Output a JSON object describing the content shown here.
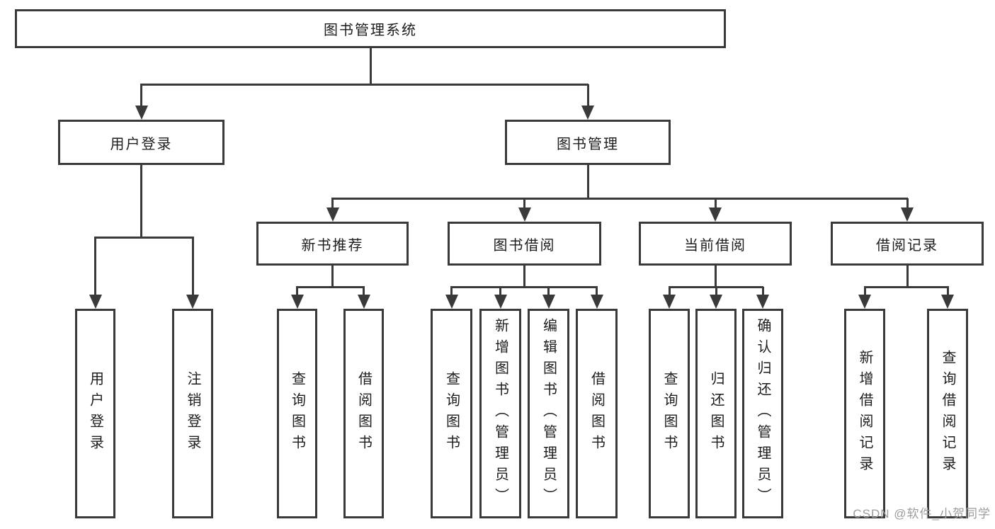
{
  "tree": {
    "root": {
      "label": "图书管理系统"
    },
    "branches": [
      {
        "label": "用户登录",
        "children": [
          {
            "label": "用户登录"
          },
          {
            "label": "注销登录"
          }
        ]
      },
      {
        "label": "图书管理",
        "groups": [
          {
            "label": "新书推荐",
            "children": [
              {
                "label": "查询图书"
              },
              {
                "label": "借阅图书"
              }
            ]
          },
          {
            "label": "图书借阅",
            "children": [
              {
                "label": "查询图书"
              },
              {
                "label": "新增图书（管理员）"
              },
              {
                "label": "编辑图书（管理员）"
              },
              {
                "label": "借阅图书"
              }
            ]
          },
          {
            "label": "当前借阅",
            "children": [
              {
                "label": "查询图书"
              },
              {
                "label": "归还图书"
              },
              {
                "label": "确认归还（管理员）"
              }
            ]
          },
          {
            "label": "借阅记录",
            "children": [
              {
                "label": "新增借阅记录"
              },
              {
                "label": "查询借阅记录"
              }
            ]
          }
        ]
      }
    ]
  },
  "colors": {
    "line": "#3a3a3a",
    "text": "#1d1d1f",
    "watermark": "#9c9c9c",
    "background": "#ffffff"
  },
  "watermark": {
    "text": "CSDN @软件_小贺同学"
  }
}
